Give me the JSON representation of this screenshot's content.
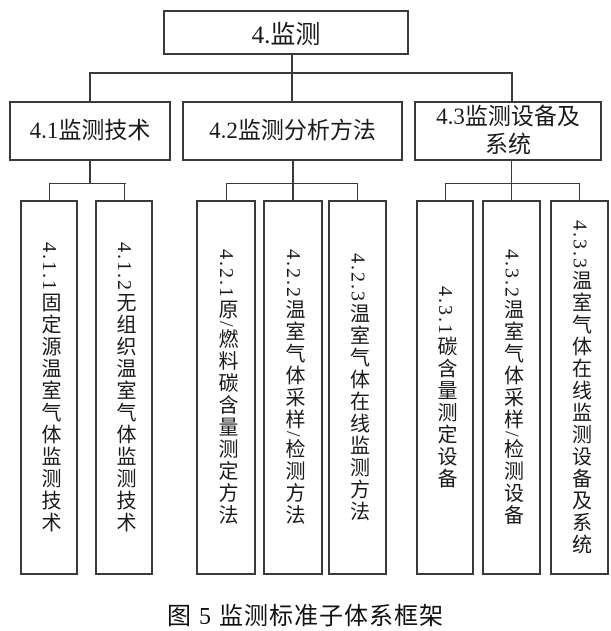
{
  "figure": {
    "caption": "图 5 监测标准子体系框架"
  },
  "nodes": {
    "root": {
      "label": "4.监测"
    },
    "level2": [
      {
        "label": "4.1监测技术"
      },
      {
        "label": "4.2监测分析方法"
      },
      {
        "label": "4.3监测设备及系统"
      }
    ],
    "level3": [
      {
        "label": "4.1.1固定源温室气体监测技术"
      },
      {
        "label": "4.1.2无组织温室气体监测技术"
      },
      {
        "label": "4.2.1原/燃料碳含量测定方法"
      },
      {
        "label": "4.2.2温室气体采样/检测方法"
      },
      {
        "label": "4.2.3温室气体在线监测方法"
      },
      {
        "label": "4.3.1碳含量测定设备"
      },
      {
        "label": "4.3.2温室气体采样/检测设备"
      },
      {
        "label": "4.3.3温室气体在线监测设备及系统"
      }
    ]
  },
  "colors": {
    "line": "#3a3a3a",
    "text": "#1a1a1a",
    "background": "#ffffff"
  }
}
